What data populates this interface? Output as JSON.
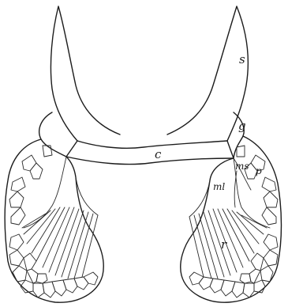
{
  "figure": {
    "labels": {
      "s": "s",
      "g": "g",
      "c": "c",
      "ms": "ms",
      "p": "p",
      "ml": "ml",
      "r": "r"
    }
  }
}
